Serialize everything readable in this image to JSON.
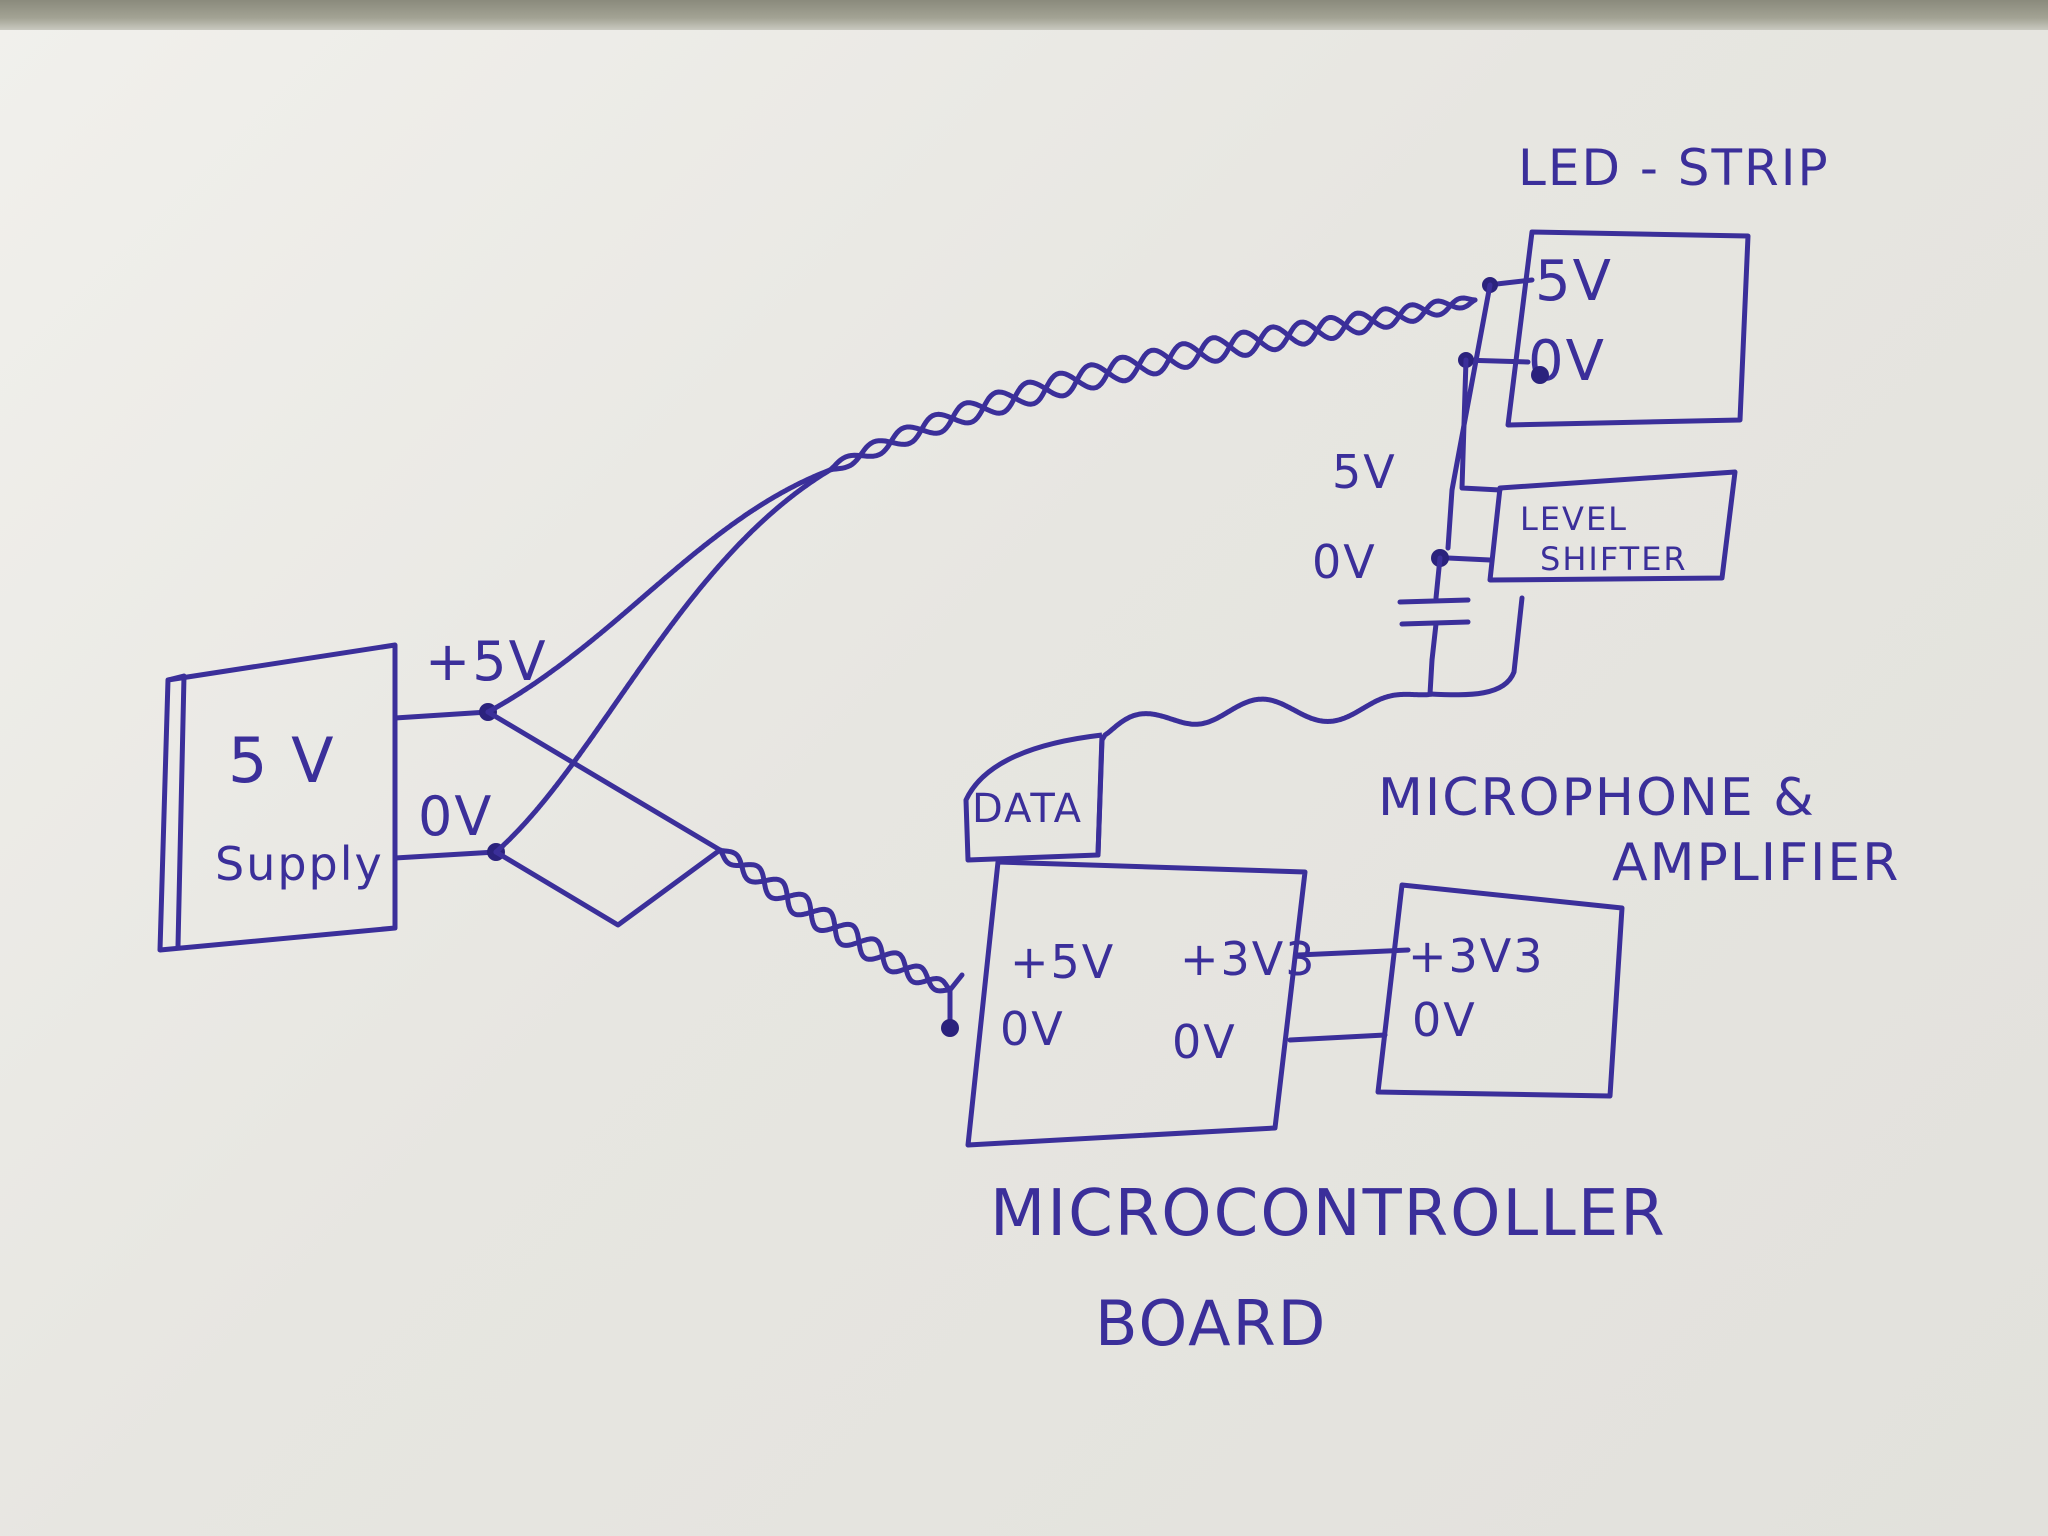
{
  "diagram": {
    "components": {
      "supply": {
        "line1": "5 V",
        "line2": "Supply"
      },
      "led_strip": {
        "title": "LED - STRIP",
        "pin_5v": "5V",
        "pin_0v": "0V"
      },
      "level_shifter": {
        "line1": "LEVEL",
        "line2": "SHIFTER"
      },
      "microcontroller": {
        "title_line1": "MICROCONTROLLER",
        "title_line2": "BOARD",
        "pin_5v": "+5V",
        "pin_0v": "0V",
        "pin_3v3": "+3V3",
        "pin_0v_right": "0V",
        "data": "DATA"
      },
      "microphone": {
        "title_line1": "MICROPHONE &",
        "title_line2": "AMPLIFIER",
        "pin_3v3": "+3V3",
        "pin_0v": "0V"
      }
    },
    "labels": {
      "supply_plus5v": "+5V",
      "supply_0v": "0V",
      "shifter_5v": "5V",
      "shifter_0v": "0V"
    },
    "ink_color": "#3b2f9a",
    "paper_color": "#ecebe6"
  }
}
